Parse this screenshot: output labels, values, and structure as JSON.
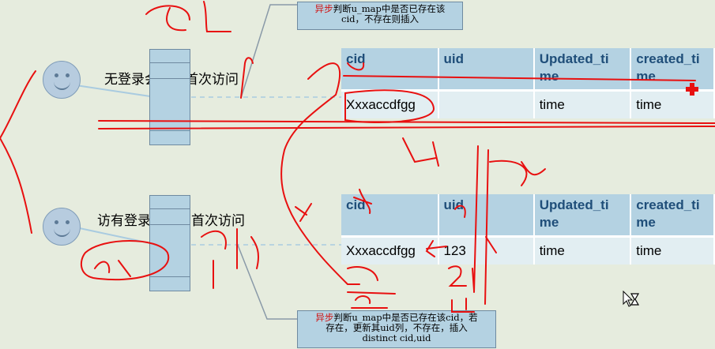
{
  "actors": [
    {
      "caption": "无登录会话内首次访问"
    },
    {
      "caption": "访有登录会话内首次访问"
    }
  ],
  "notes": [
    {
      "prefix": "异步",
      "line1_rest": "判断u_map中是否已存在该",
      "line2": "cid，不存在则插入"
    },
    {
      "prefix": "异步",
      "line1_rest": "判断u_map中是否已存在该cid，若",
      "line2": "存在，更新其uid列，不存在，插入",
      "line3": "distinct cid,uid"
    }
  ],
  "tables": [
    {
      "headers": [
        "cid",
        "uid",
        "Updated_ti me",
        "created_ti me"
      ],
      "row": [
        "Xxxaccdfgg",
        "",
        "time",
        "time"
      ]
    },
    {
      "headers": [
        "cid",
        "uid",
        "Updated_ti me",
        "created_ti me"
      ],
      "row": [
        "Xxxaccdfgg",
        "123",
        "time",
        "time"
      ]
    }
  ],
  "colors": {
    "accent": "#b4d2e2",
    "header_text": "#1f4e79",
    "annotation": "#e81010"
  },
  "icons": [
    "smiley-actor-icon",
    "hourglass-cursor-icon",
    "red-cross-icon"
  ]
}
